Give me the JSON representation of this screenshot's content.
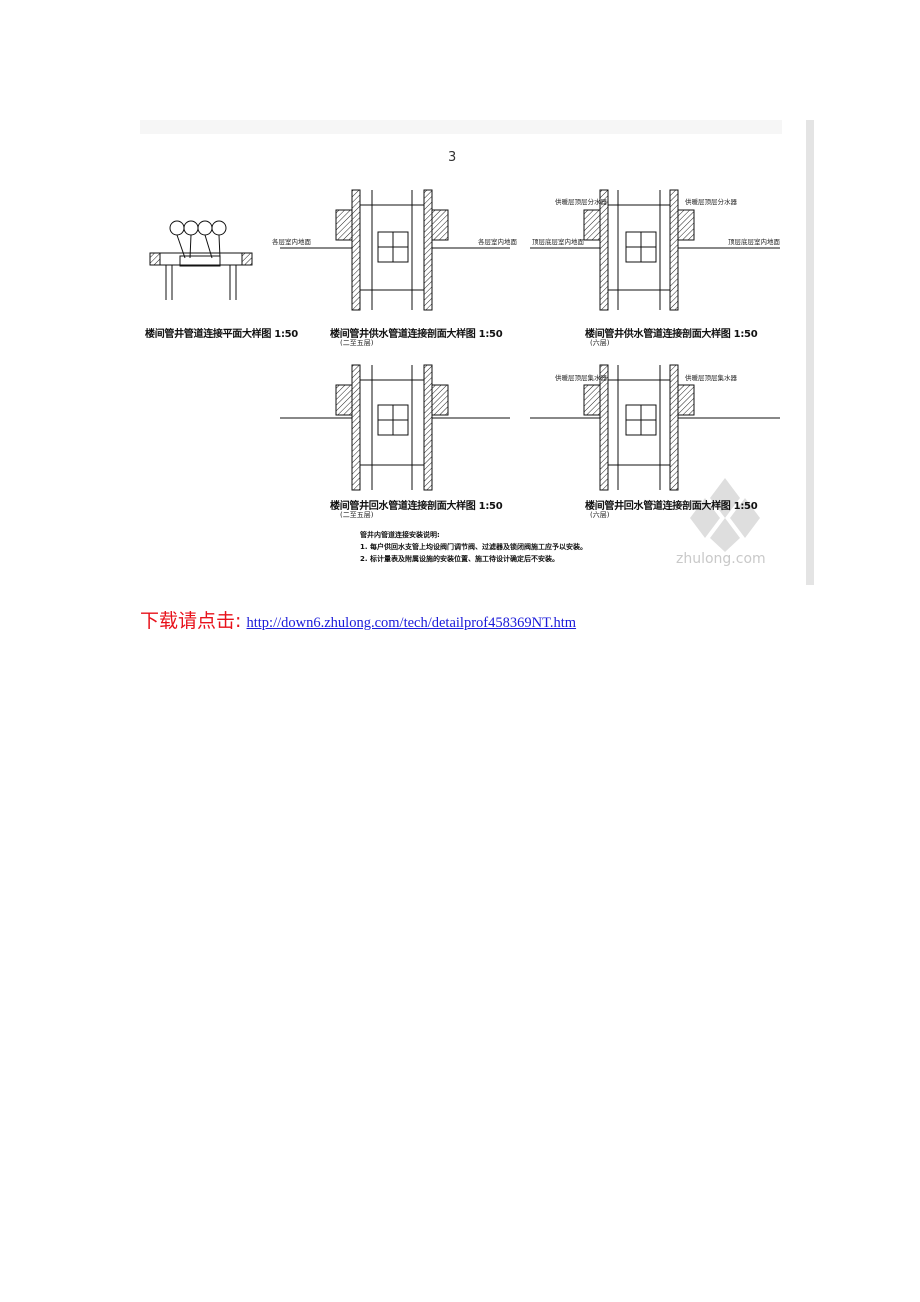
{
  "figure": {
    "page_number": "3",
    "captions": {
      "plan": "楼间管井管道连接平面大样图 1:50",
      "sec_water_low": "楼间管井供水管道连接剖面大样图 1:50",
      "sec_water_high": "楼间管井供水管道连接剖面大样图 1:50",
      "sec_drain_low": "楼间管井回水管道连接剖面大样图 1:50",
      "sec_drain_high": "楼间管井回水管道连接剖面大样图 1:50"
    },
    "subcaptions": {
      "sec_water_low": "(二至五层)",
      "sec_water_high": "(六层)",
      "sec_drain_low": "(二至五层)",
      "sec_drain_high": "(六层)"
    },
    "labels": {
      "left_room": "各层室内地面",
      "right_room": "各层室内地面",
      "top_left": "供暖层顶层分水器",
      "top_right": "供暖层顶层分水器",
      "top_left_2": "供暖层顶层集水器",
      "top_right_2": "供暖层顶层集水器",
      "top_floor_left": "顶层底层室内地面",
      "top_floor_right": "顶层底层室内地面"
    },
    "notes": {
      "title": "管井内管道连接安装说明:",
      "line1": "1. 每户供回水支管上均设阀门调节阀、过滤器及锁闭阀施工应予以安装。",
      "line2": "2. 标计量表及附属设施的安装位置、施工待设计确定后不安装。"
    },
    "watermark": "zhulong.com"
  },
  "download": {
    "lead": "下载请点击:",
    "url": "http://down6.zhulong.com/tech/detailprof458369NT.htm"
  }
}
